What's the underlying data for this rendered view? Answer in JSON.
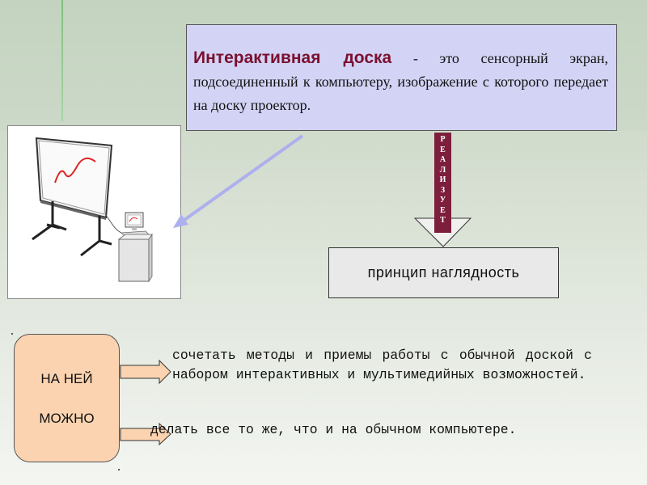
{
  "definition": {
    "term": "Интерактивная доска",
    "dash": " - ",
    "text": "это сенсорный экран, подсоединенный к компьютеру, изображение с которого передает на доску проектор."
  },
  "realizes_label": [
    "Р",
    "Е",
    "А",
    "Л",
    "И",
    "З",
    "У",
    "Е",
    "Т"
  ],
  "principle": "принцип наглядность",
  "can_box": {
    "line1": "НА НЕЙ",
    "line2": "МОЖНО"
  },
  "descriptions": [
    "сочетать методы и приемы работы с обычной доской с набором интерактивных и мультимедийных возможностей.",
    "делать все то же, что и на обычном компьютере."
  ],
  "colors": {
    "definition_box": "#d3d3f5",
    "term": "#7a1030",
    "vertical_label": "#7c1e3c",
    "can_box": "#fbd3b0",
    "arrow_blue": "#aeb0ee",
    "arrow_orange": "#fbd3b0"
  },
  "icons": [
    "interactive-whiteboard-illustration",
    "down-arrow",
    "right-arrow"
  ]
}
